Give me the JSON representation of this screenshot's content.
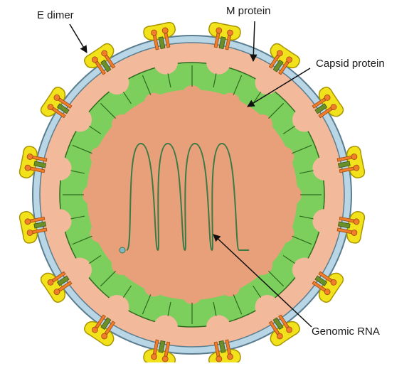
{
  "labels": {
    "e_dimer": "E dimer",
    "m_protein": "M protein",
    "capsid_protein": "Capsid protein",
    "genomic_rna": "Genomic RNA"
  },
  "colors": {
    "membrane_outer": "#b9d6e6",
    "membrane_stroke": "#5a7d8f",
    "envelope_fill": "#f2b99a",
    "core_fill": "#e8a07a",
    "capsid_fill": "#7ccf5c",
    "capsid_stroke": "#2e6a1f",
    "rna_stroke": "#3c7a45",
    "e_dimer_fill": "#f2e21c",
    "e_dimer_stroke": "#a89400",
    "m_protein_fill": "#f07d2a",
    "leader_line": "#111111"
  },
  "structure": {
    "e_dimer_count": 16,
    "capsid_segment_count": 16,
    "rna_coil_loops": 4
  }
}
